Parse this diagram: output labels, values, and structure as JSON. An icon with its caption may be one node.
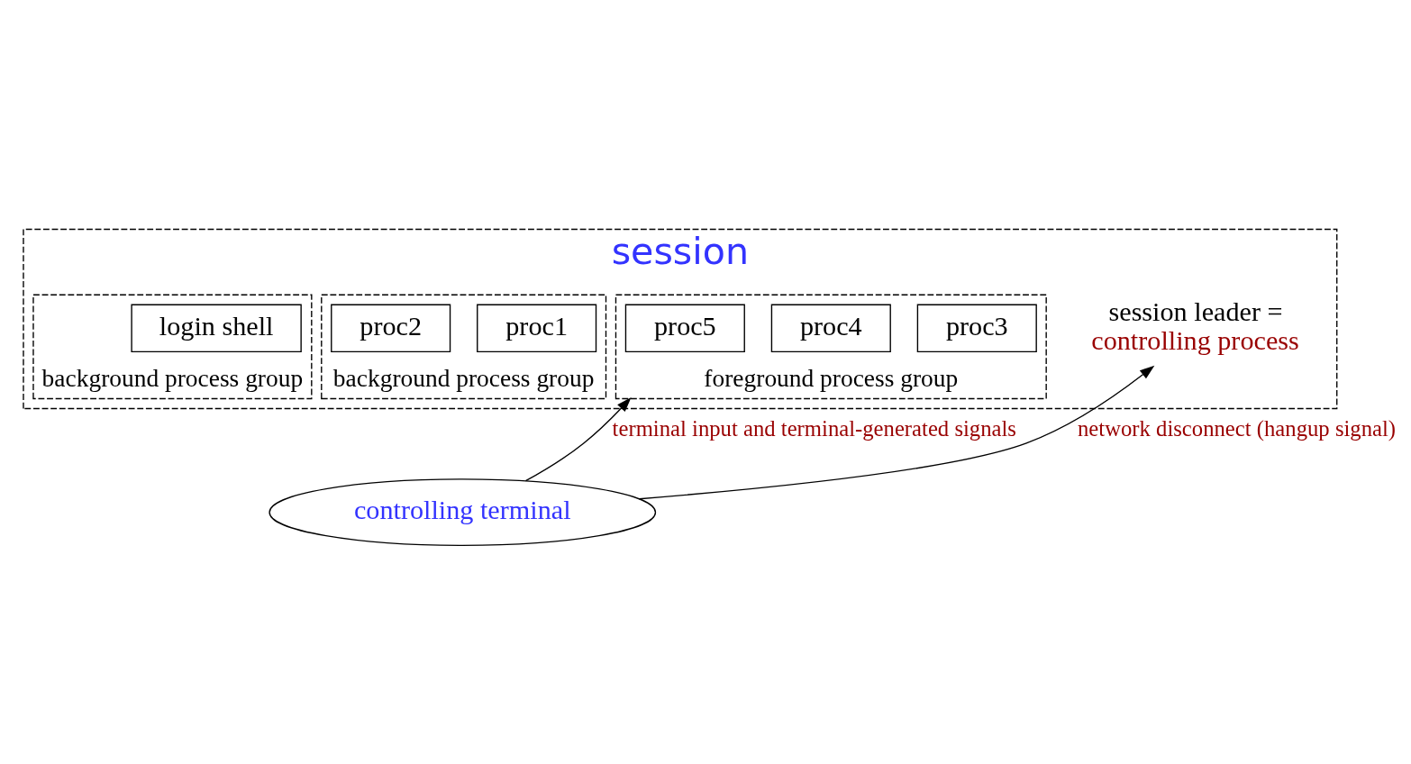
{
  "diagram": {
    "nodes": [
      {
        "text": [
          "session"
        ]
      },
      {
        "text": [
          "background process group"
        ],
        "in": 0
      },
      {
        "text": [
          "login shell"
        ],
        "in": 1
      },
      {
        "text": [
          "background process group"
        ],
        "in": 0
      },
      {
        "text": [
          "proc1"
        ],
        "in": 3
      },
      {
        "text": [
          "proc2"
        ],
        "in": 3
      },
      {
        "text": [
          "foreground process group"
        ],
        "in": 0
      },
      {
        "text": [
          "proc3"
        ],
        "in": 6
      },
      {
        "text": [
          "proc4"
        ],
        "in": 6
      },
      {
        "text": [
          "proc5"
        ],
        "in": 6
      },
      {
        "text": [
          "session leader =",
          "controlling process"
        ],
        "in": 0
      },
      {
        "text": [
          "controlling terminal"
        ]
      }
    ],
    "edges": [
      {
        "from": 11,
        "to": 10,
        "arrow": "to",
        "label": "network disconnect (hangup signal)"
      },
      {
        "from": 11,
        "to": 6,
        "arrow": "to",
        "label": "terminal input and terminal-generated signals"
      }
    ]
  }
}
